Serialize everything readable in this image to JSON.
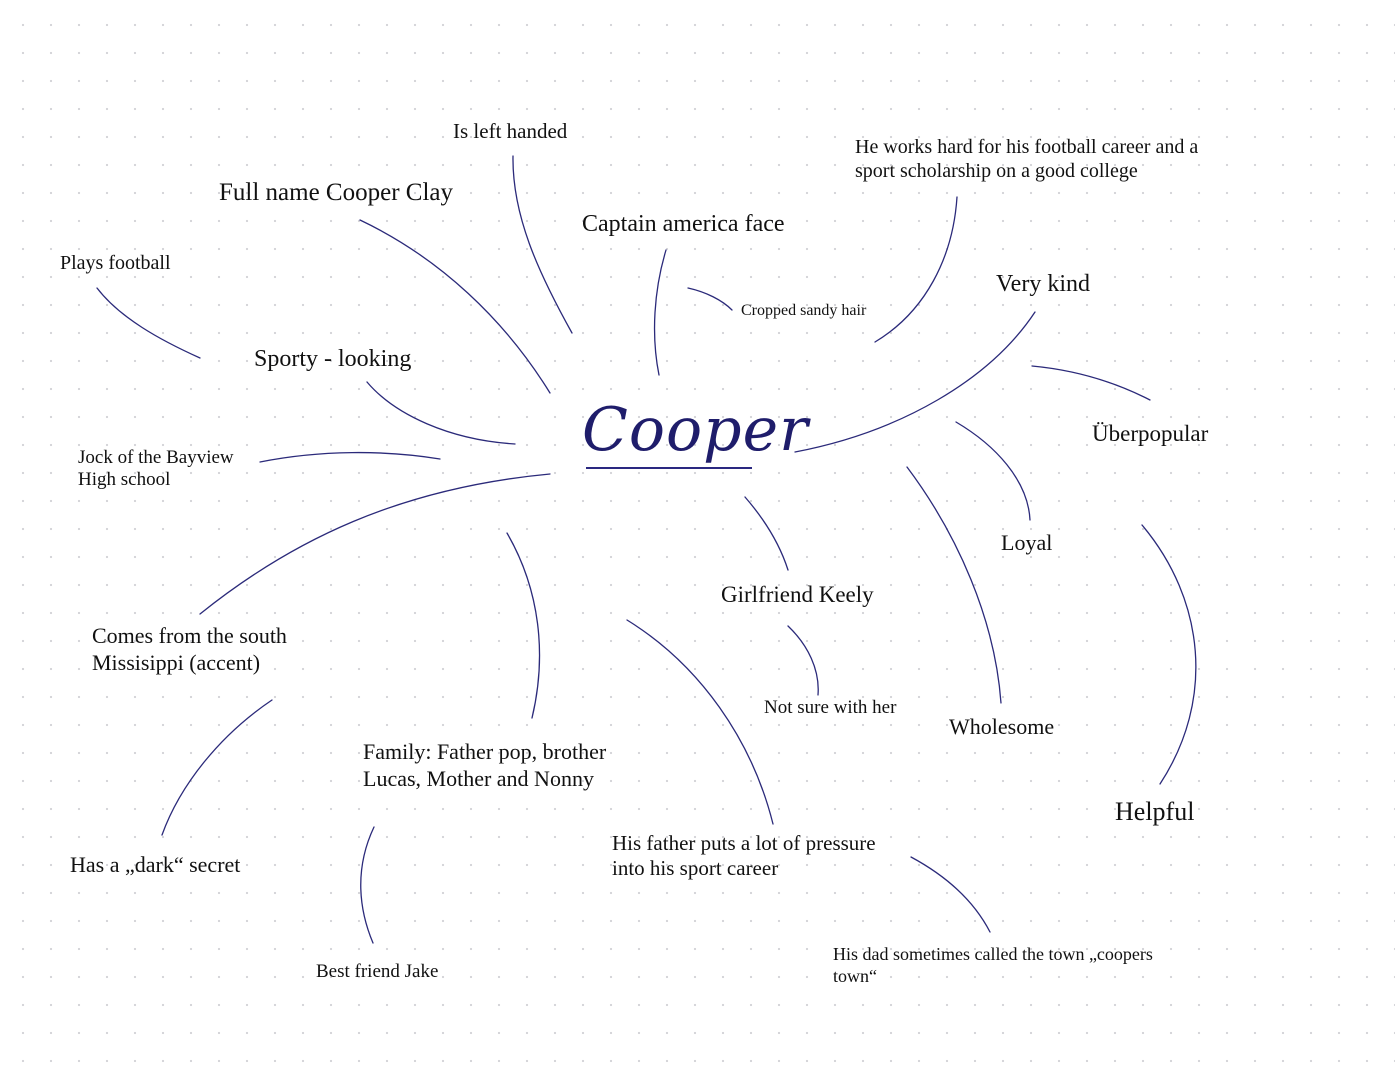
{
  "center": {
    "label": "Cooper"
  },
  "notes": {
    "is_left_handed": "Is left handed",
    "football_career": "He works hard for his football career and a\nsport scholarship on a good college",
    "full_name": "Full name Cooper Clay",
    "captain_america_face": "Captain america face",
    "plays_football": "Plays football",
    "cropped_sandy_hair": "Cropped sandy hair",
    "very_kind": "Very kind",
    "sporty_looking": "Sporty - looking",
    "uberpopular": "Überpopular",
    "jock": "Jock of the Bayview\nHigh school",
    "loyal": "Loyal",
    "girlfriend_keely": "Girlfriend Keely",
    "comes_from_south": "Comes from the south\nMissisippi (accent)",
    "not_sure_with_her": "Not sure with her",
    "wholesome": "Wholesome",
    "family": "Family: Father pop, brother\nLucas, Mother and Nonny",
    "helpful": "Helpful",
    "father_pressure": "His father puts a lot of pressure\ninto his sport career",
    "dark_secret": "Has a „dark“ secret",
    "coopers_town": "His dad sometimes called the town „coopers\ntown“",
    "best_friend_jake": "Best friend Jake"
  },
  "colors": {
    "ink": "#2b2a7a",
    "center_text": "#1f1d6b",
    "text": "#111111",
    "background": "#ffffff",
    "dot_grid": "#d6d6da"
  }
}
